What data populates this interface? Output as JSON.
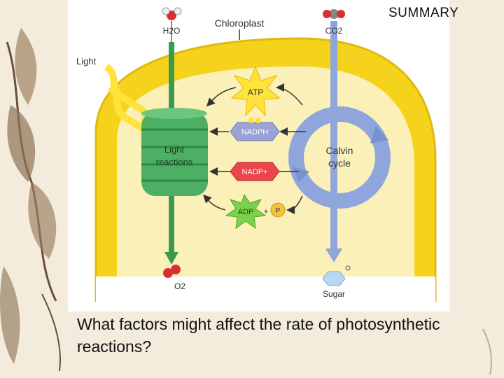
{
  "slide": {
    "title": "SUMMARY",
    "question": "What factors might affect the rate of photosynthetic reactions?"
  },
  "diagram": {
    "organelle_label": "Chloroplast",
    "light_label": "Light",
    "water_label": "H2O",
    "co2_label": "CO2",
    "oxygen_label": "O2",
    "sugar_label": "Sugar",
    "light_reactions_label_line1": "Light",
    "light_reactions_label_line2": "reactions",
    "calvin_label_line1": "Calvin",
    "calvin_label_line2": "cycle",
    "atp_label": "ATP",
    "nadph_label": "NADPH",
    "nadp_label": "NADP+",
    "adp_label": "ADP",
    "plus_label": "+",
    "phosphate_label": "P"
  },
  "colors": {
    "outer_membrane": "#f5d21c",
    "stroma": "#fbf0b8",
    "thylakoid": "#4caf63",
    "calvin_cycle": "#8fa6dc",
    "atp_star": "#ffe23a",
    "nadph_hex": "#9aa2d6",
    "nadp_hex": "#e8464a",
    "adp_star": "#7bd24a",
    "background": "#f3ecdc"
  }
}
